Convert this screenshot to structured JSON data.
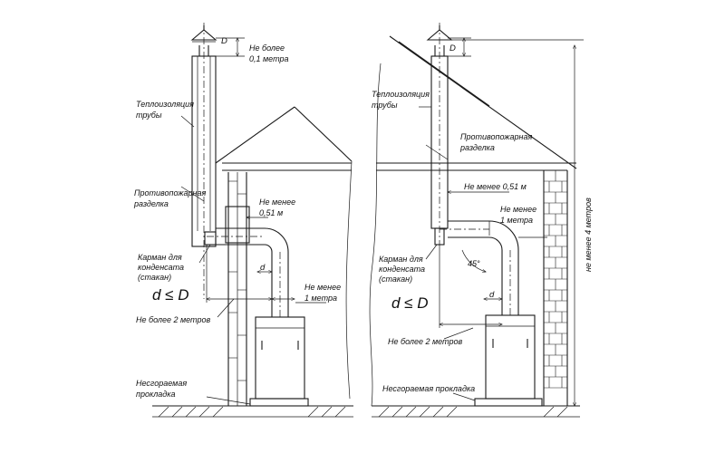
{
  "left": {
    "diameter_label": "D",
    "max_above_label": [
      "Не более",
      "0,1 метра"
    ],
    "insulation_label": [
      "Теплоизоляция",
      "трубы"
    ],
    "firestop_label": [
      "Противопожарная",
      "разделка"
    ],
    "min_clearance_label": [
      "Не менее",
      "0,51 м"
    ],
    "condensate_label": [
      "Карман для",
      "конденсата",
      "(стакан)"
    ],
    "inner_d_label": "d",
    "min_1m_label": [
      "Не менее",
      "1 метра"
    ],
    "formula_label": "d ≤ D",
    "max_2m_label": "Не более 2 метров",
    "base_label": [
      "Несгораемая",
      "прокладка"
    ]
  },
  "right": {
    "diameter_label": "D",
    "insulation_label": [
      "Теплоизоляция",
      "трубы"
    ],
    "firestop_label": [
      "Противопожарная",
      "разделка"
    ],
    "min_clearance_label": "Не менее 0,51 м",
    "min_1m_label": [
      "Не менее",
      "1 метра"
    ],
    "angle_label": "45°",
    "condensate_label": [
      "Карман для",
      "конденсата",
      "(стакан)"
    ],
    "formula_label": "d ≤ D",
    "inner_d_label": "d",
    "max_2m_label": "Не более 2 метров",
    "base_label": "Несгораемая прокладка",
    "min_4m_label": "не менее 4 метров"
  }
}
